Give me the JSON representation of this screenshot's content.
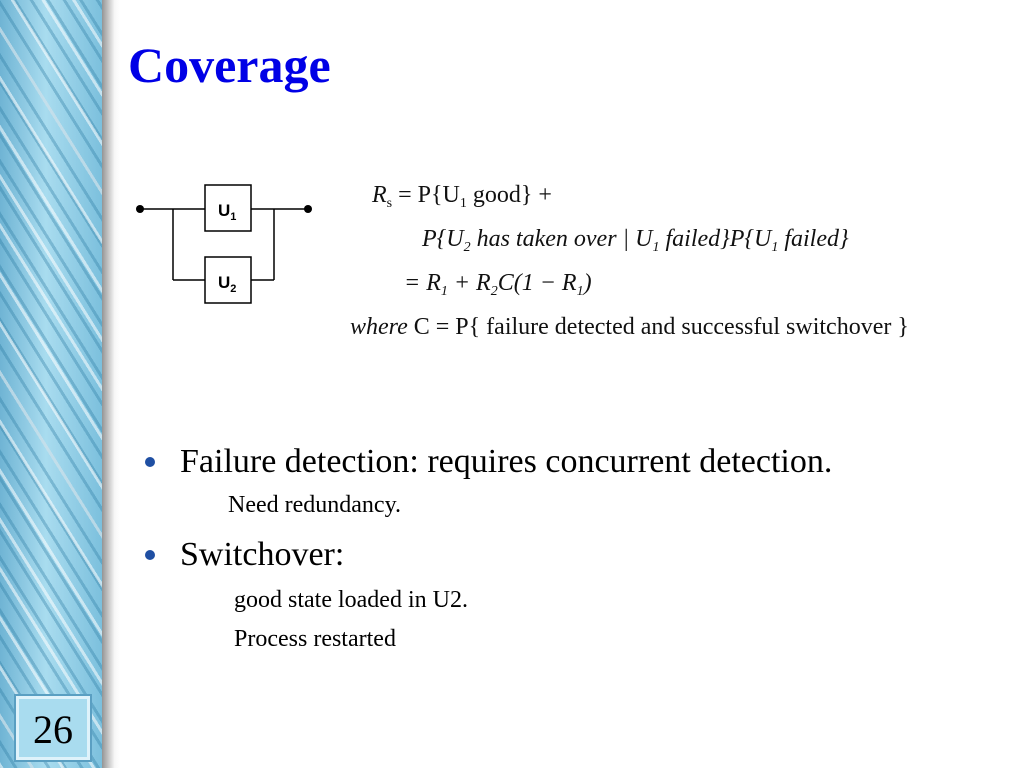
{
  "slide": {
    "title": "Coverage",
    "page_number": "26"
  },
  "diagram": {
    "unit1_base": "U",
    "unit1_sub": "1",
    "unit2_base": "U",
    "unit2_sub": "2"
  },
  "equations": {
    "line1": {
      "lhs": "R",
      "lhs_sub": "s",
      "rhs": "= P{U",
      "rhs_sub": "1",
      "rhs_tail": " good} +"
    },
    "line2": {
      "a": "P{U",
      "a_sub": "2",
      "b": " has taken over | U",
      "b_sub": "1",
      "c": " failed}P{U",
      "c_sub": "1",
      "d": " failed}"
    },
    "line3": {
      "a": "= R",
      "a_sub": "1",
      "b": " + R",
      "b_sub": "2",
      "c": "C(1 − R",
      "c_sub": "1",
      "d": ")"
    },
    "line4": {
      "where": "where",
      "text": " C = P{ failure detected and successful switchover }"
    }
  },
  "bullets": [
    {
      "text": "Failure detection: requires concurrent detection.",
      "sub": [
        "Need redundancy."
      ]
    },
    {
      "text": "Switchover:",
      "sub": [
        "good state loaded in U2.",
        "Process restarted"
      ]
    }
  ],
  "colors": {
    "title": "#0000e6",
    "bullet": "#1f4fa3",
    "sidebar": "#a9dcef"
  }
}
